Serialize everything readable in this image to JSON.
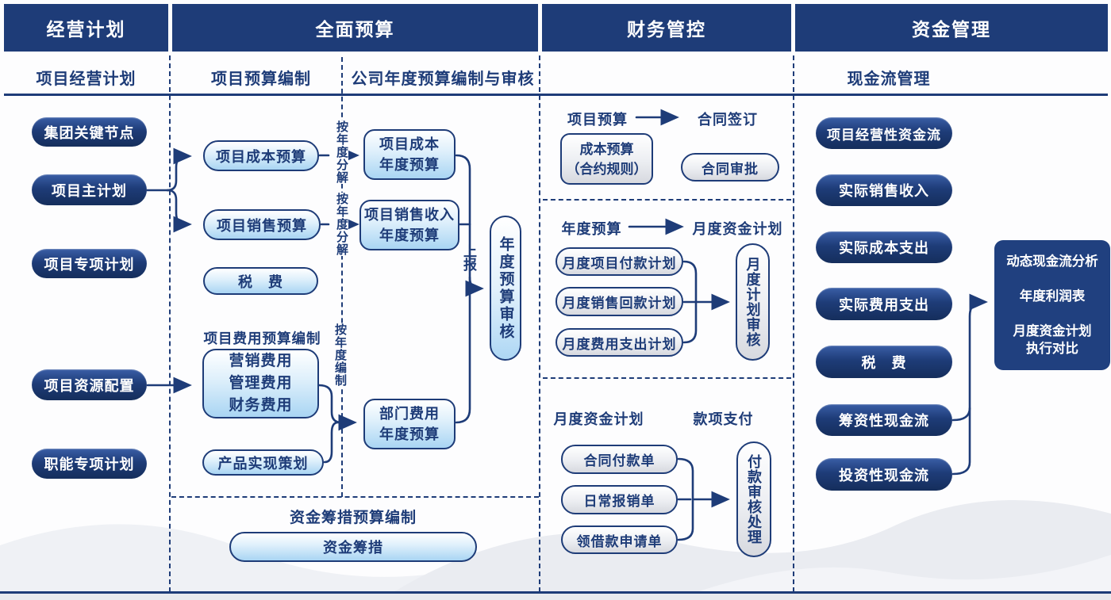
{
  "lanes": {
    "plan": {
      "title": "经营计划",
      "subtitle": "项目经营计划",
      "pills": [
        "集团关键节点",
        "项目主计划",
        "项目专项计划",
        "项目资源配置",
        "职能专项计划"
      ]
    },
    "budget": {
      "title": "全面预算",
      "sub_left": "项目预算编制",
      "sub_right": "公司年度预算编制与审核",
      "cost_pill": "项目成本预算",
      "sales_pill": "项目销售预算",
      "tax_pill": "税　费",
      "fee_label": "项目费用预算编制",
      "fee_lines": [
        "营销费用",
        "管理费用",
        "财务费用"
      ],
      "product_pill": "产品实现策划",
      "decompose_label_1": "按年度分解",
      "decompose_label_2": "按年度分解",
      "compile_label": "按年度编制",
      "year_cost_lines": [
        "项目成本",
        "年度预算"
      ],
      "year_sales_lines": [
        "项目销售收入",
        "年度预算"
      ],
      "year_dept_lines": [
        "部门费用",
        "年度预算"
      ],
      "submit_label": "上报",
      "review_pill": "年度预算审核",
      "raise_label": "资金筹措预算编制",
      "raise_pill": "资金筹措"
    },
    "control": {
      "title": "财务管控",
      "s1": {
        "from": "项目预算",
        "to": "合同签订",
        "box_lines": [
          "成本预算",
          "（合约规则）"
        ],
        "pill": "合同审批"
      },
      "s2": {
        "from": "年度预算",
        "to": "月度资金计划",
        "pills": [
          "月度项目付款计划",
          "月度销售回款计划",
          "月度费用支出计划"
        ],
        "review": "月度计划审核"
      },
      "s3": {
        "from": "月度资金计划",
        "to": "款项支付",
        "pills": [
          "合同付款单",
          "日常报销单",
          "领借款申请单"
        ],
        "review": "付款审核处理"
      }
    },
    "fund": {
      "title": "资金管理",
      "subtitle": "现金流管理",
      "pills": [
        "项目经营性资金流",
        "实际销售收入",
        "实际成本支出",
        "实际费用支出",
        "税　费",
        "筹资性现金流",
        "投资性现金流"
      ],
      "analysis_lines": [
        "动态现金流分析",
        "年度利润表",
        "月度资金计划",
        "执行对比"
      ]
    }
  },
  "colors": {
    "navy": "#1e3c78",
    "light_blue": "#a9d5f3",
    "light_gray": "#d7d9df",
    "mountain": "#eceef2"
  }
}
